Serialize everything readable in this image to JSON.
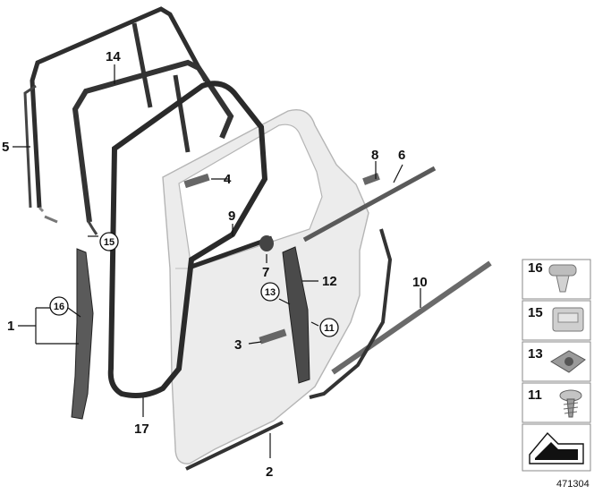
{
  "diagram": {
    "callouts": {
      "c1": "1",
      "c2": "2",
      "c3": "3",
      "c4": "4",
      "c5": "5",
      "c6": "6",
      "c7": "7",
      "c8": "8",
      "c9": "9",
      "c10": "10",
      "c12": "12",
      "c14": "14",
      "c17": "17",
      "c11": "11",
      "c13": "13",
      "c15": "15",
      "c16": "16"
    },
    "legend": [
      {
        "number": "16",
        "icon": "push-clip-icon"
      },
      {
        "number": "15",
        "icon": "clip-nut-icon"
      },
      {
        "number": "13",
        "icon": "spring-clip-icon"
      },
      {
        "number": "11",
        "icon": "screw-icon"
      }
    ],
    "diagram_number": "471304",
    "colors": {
      "seal": "#3a3a3a",
      "door": "#e8e8e8",
      "outline": "#111111"
    }
  }
}
